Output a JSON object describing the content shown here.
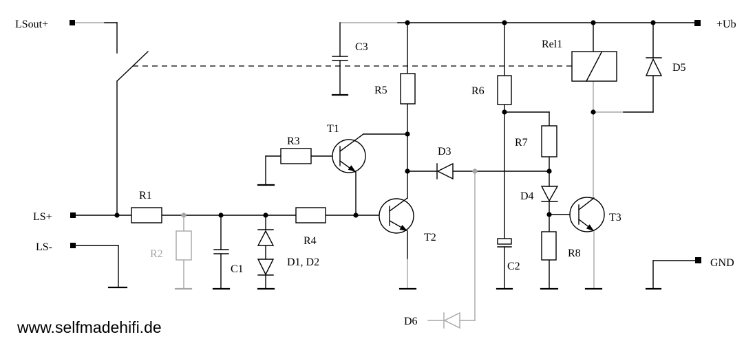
{
  "colors": {
    "line": "#000000",
    "muted": "#a6a6a6",
    "text": "#000000"
  },
  "terminals": {
    "lsout_plus": "LSout+",
    "ub": "+Ub",
    "ls_plus": "LS+",
    "ls_minus": "LS-",
    "gnd": "GND"
  },
  "components": {
    "r1": "R1",
    "r2": "R2",
    "r3": "R3",
    "r4": "R4",
    "r5": "R5",
    "r6": "R6",
    "r7": "R7",
    "r8": "R8",
    "c1": "C1",
    "c2": "C2",
    "c3": "C3",
    "d1d2": "D1, D2",
    "d3": "D3",
    "d4": "D4",
    "d5": "D5",
    "d6": "D6",
    "t1": "T1",
    "t2": "T2",
    "t3": "T3",
    "rel1": "Rel1"
  },
  "watermark": "www.selfmadehifi.de"
}
